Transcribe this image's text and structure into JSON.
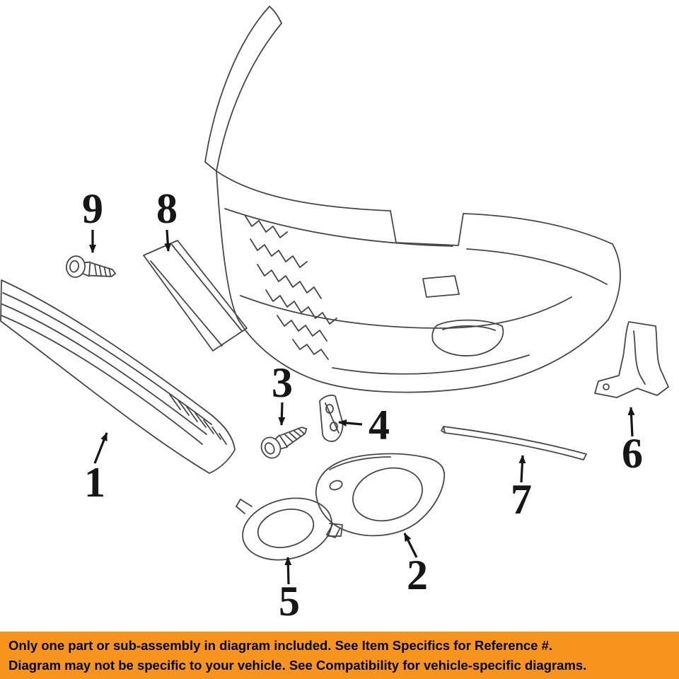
{
  "diagram": {
    "line_color": "#474747",
    "callout_color": "#161616",
    "callouts": [
      {
        "label": "1"
      },
      {
        "label": "2"
      },
      {
        "label": "3"
      },
      {
        "label": "4"
      },
      {
        "label": "5"
      },
      {
        "label": "6"
      },
      {
        "label": "7"
      },
      {
        "label": "8"
      },
      {
        "label": "9"
      }
    ]
  },
  "banner": {
    "line1": "Only one part or sub-assembly in diagram included. See Item Specifics for Reference #.",
    "line2": "Diagram may not be specific to your vehicle. See Compatibility for vehicle-specific diagrams.",
    "bg_color": "#F7941D",
    "text_color": "#000000"
  }
}
